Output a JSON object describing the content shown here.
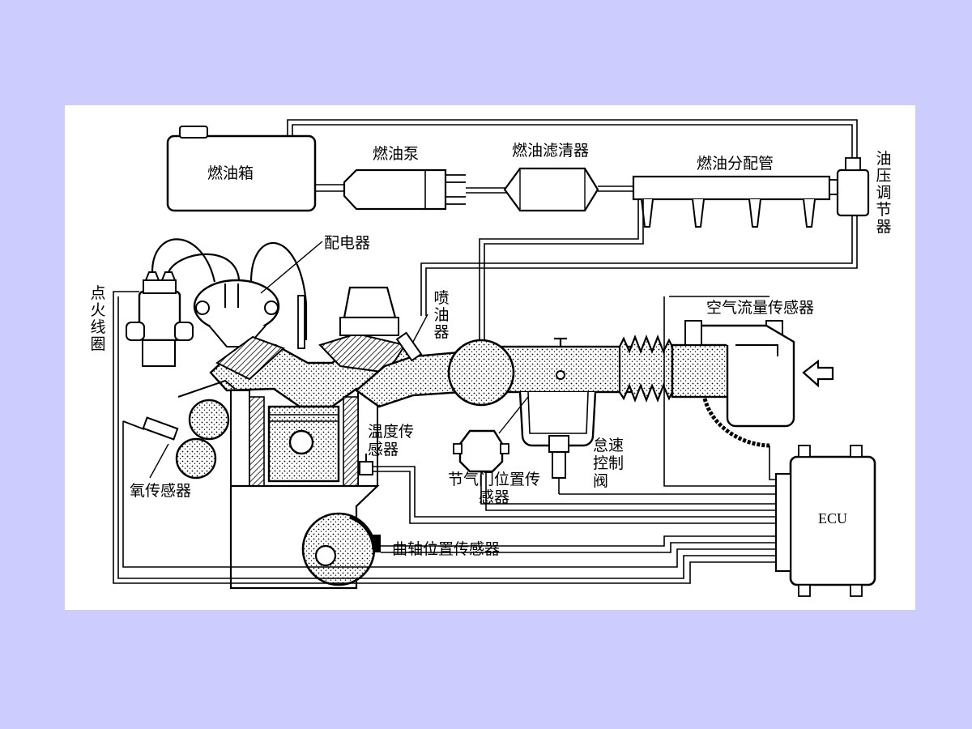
{
  "colors": {
    "background": "#ccccff",
    "panel": "#ffffff",
    "ink": "#000000"
  },
  "labels": {
    "fuel_tank": "燃油箱",
    "fuel_pump": "燃油泵",
    "fuel_filter": "燃油滤清器",
    "fuel_rail": "燃油分配管",
    "pressure_regulator": "油压调节器",
    "distributor": "配电器",
    "ignition_coil": "点火线圈",
    "injector": "喷油器",
    "air_flow_sensor": "空气流量传感器",
    "temperature_sensor": "温度传感器",
    "idle_control_valve": "怠速控制阀",
    "throttle_position_sensor": "节气门位置传感器",
    "oxygen_sensor": "氧传感器",
    "crankshaft_position_sensor": "曲轴位置传感器",
    "ecu": "ECU"
  }
}
